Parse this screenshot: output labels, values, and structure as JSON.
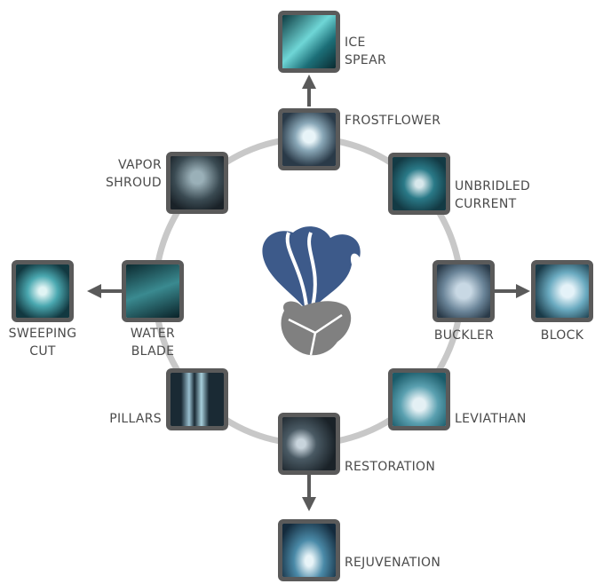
{
  "nodes": {
    "ice_spear": {
      "label": "ICE\nSPEAR"
    },
    "frostflower": {
      "label": "FROSTFLOWER"
    },
    "vapor_shroud": {
      "label": "VAPOR\nSHROUD"
    },
    "unbridled_current": {
      "label": "UNBRIDLED\nCURRENT"
    },
    "water_blade": {
      "label": "WATER\nBLADE"
    },
    "sweeping_cut": {
      "label": "SWEEPING\nCUT"
    },
    "buckler": {
      "label": "BUCKLER"
    },
    "block": {
      "label": "BLOCK"
    },
    "pillars": {
      "label": "PILLARS"
    },
    "leviathan": {
      "label": "LEVIATHAN"
    },
    "restoration": {
      "label": "RESTORATION"
    },
    "rejuvenation": {
      "label": "REJUVENATION"
    }
  },
  "colors": {
    "ring": "#c8c8c8",
    "border": "#5a5a5a",
    "logo_blue": "#3d5a8a",
    "logo_gray": "#808080"
  }
}
